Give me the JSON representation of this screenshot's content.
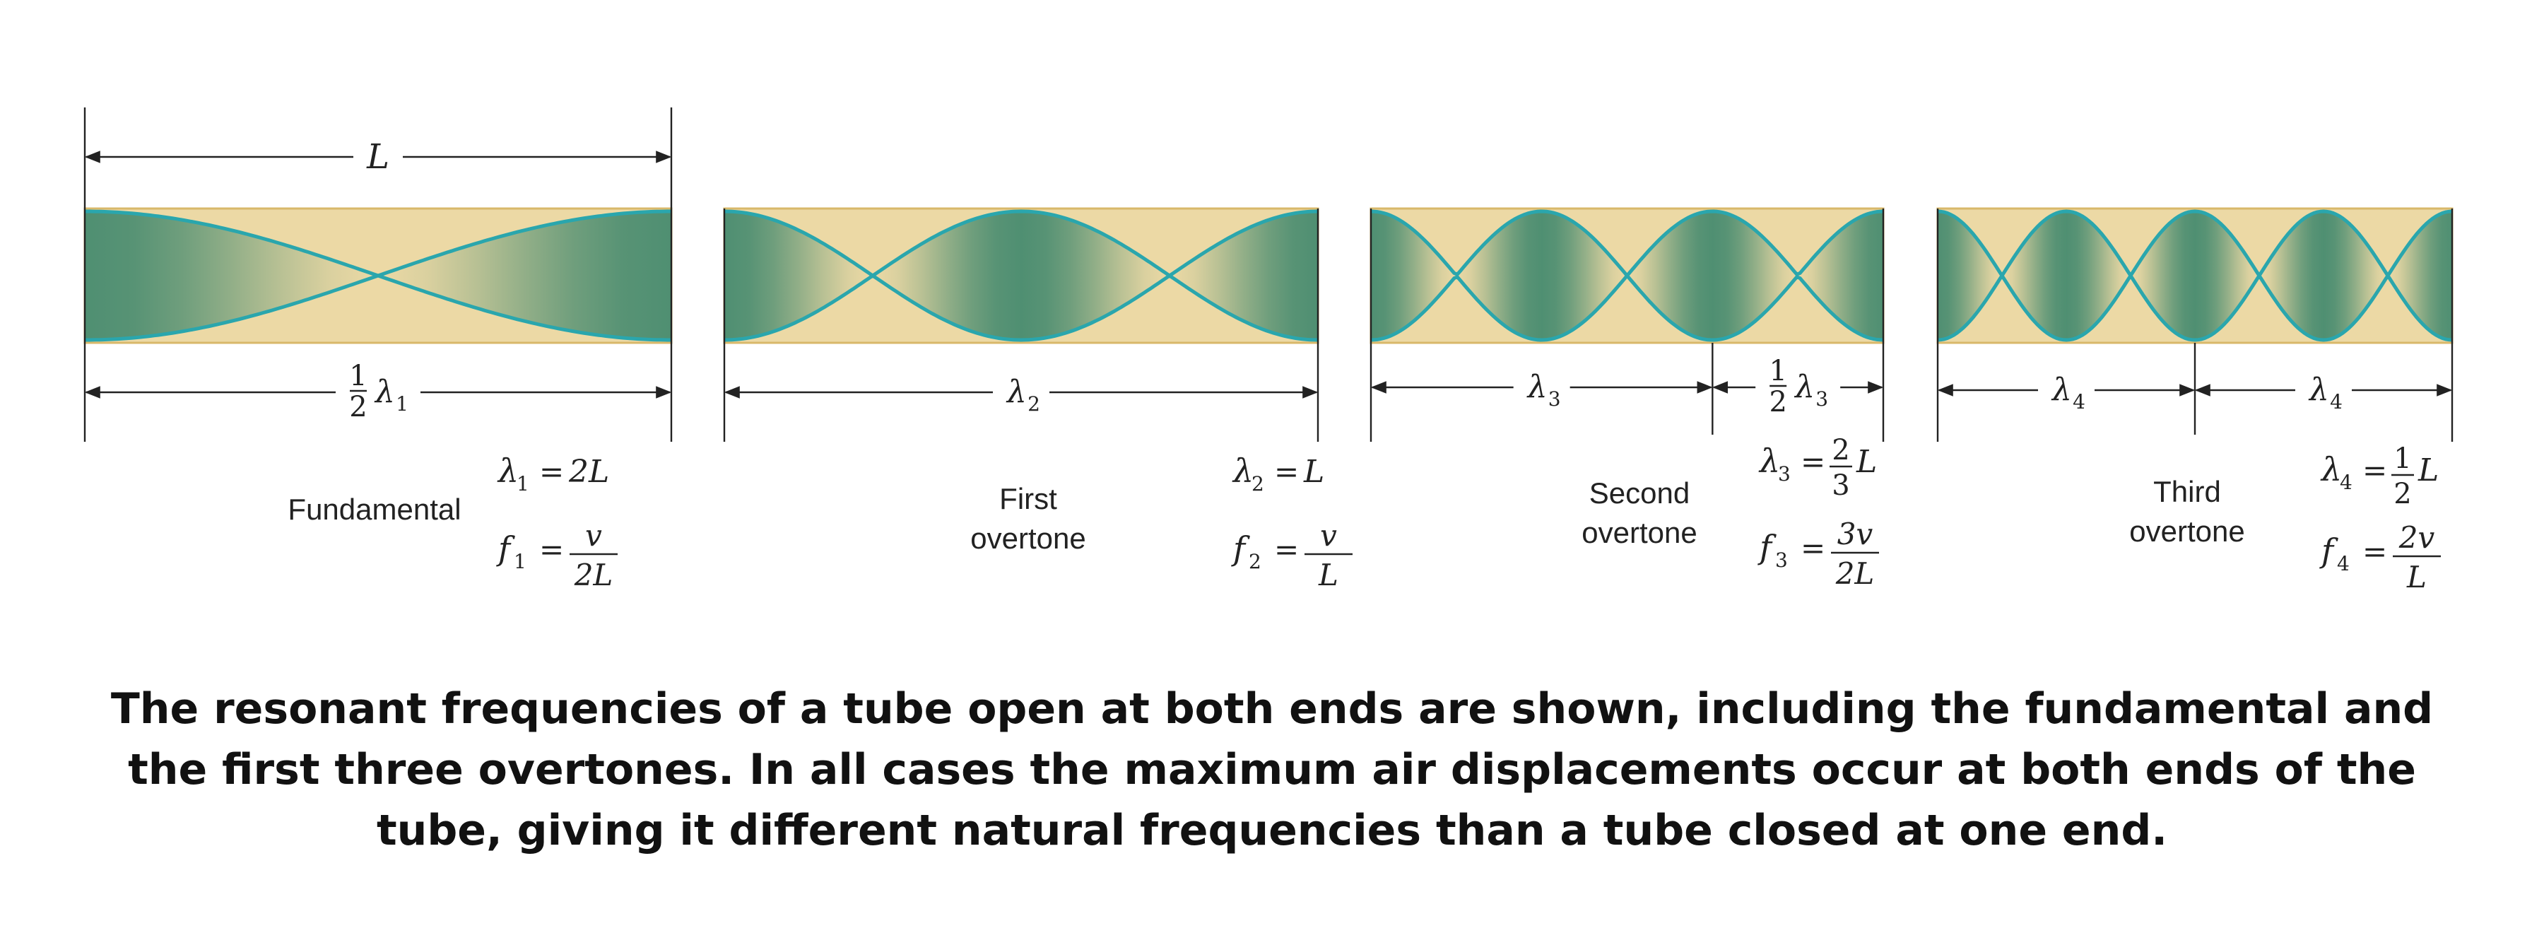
{
  "colors": {
    "tube_fill": "#ecd9a5",
    "tube_border": "#d8b86a",
    "wave_dark": "#4f8f72",
    "wave_line": "#2aa6ad",
    "dimension_line": "#222222"
  },
  "length_symbol": "L",
  "panels": [
    {
      "id": "fundamental",
      "mode_label_lines": [
        "Fundamental"
      ],
      "half_wavelengths": 1,
      "dims": [
        {
          "symbol": "λ",
          "sub": "1",
          "coef_num": "1",
          "coef_den": "2",
          "span": 1
        }
      ],
      "lambda_eq": {
        "sym": "λ",
        "sub": "1",
        "rhs": "2L"
      },
      "freq_eq": {
        "sym": "f",
        "sub": "1",
        "num": "v",
        "den": "2L"
      }
    },
    {
      "id": "first-overtone",
      "mode_label_lines": [
        "First",
        "overtone"
      ],
      "half_wavelengths": 2,
      "dims": [
        {
          "symbol": "λ",
          "sub": "2",
          "coef_num": "",
          "coef_den": "",
          "span": 2
        }
      ],
      "lambda_eq": {
        "sym": "λ",
        "sub": "2",
        "rhs": "L"
      },
      "freq_eq": {
        "sym": "f",
        "sub": "2",
        "num": "v",
        "den": "L"
      }
    },
    {
      "id": "second-overtone",
      "mode_label_lines": [
        "Second",
        "overtone"
      ],
      "half_wavelengths": 3,
      "dims": [
        {
          "symbol": "λ",
          "sub": "3",
          "coef_num": "",
          "coef_den": "",
          "span": 2
        },
        {
          "symbol": "λ",
          "sub": "3",
          "coef_num": "1",
          "coef_den": "2",
          "span": 1
        }
      ],
      "lambda_eq": {
        "sym": "λ",
        "sub": "3",
        "num": "2",
        "den": "3",
        "tail": "L"
      },
      "freq_eq": {
        "sym": "f",
        "sub": "3",
        "num": "3v",
        "den": "2L"
      }
    },
    {
      "id": "third-overtone",
      "mode_label_lines": [
        "Third",
        "overtone"
      ],
      "half_wavelengths": 4,
      "dims": [
        {
          "symbol": "λ",
          "sub": "4",
          "coef_num": "",
          "coef_den": "",
          "span": 2
        },
        {
          "symbol": "λ",
          "sub": "4",
          "coef_num": "",
          "coef_den": "",
          "span": 2
        }
      ],
      "lambda_eq": {
        "sym": "λ",
        "sub": "4",
        "num": "1",
        "den": "2",
        "tail": "L"
      },
      "freq_eq": {
        "sym": "f",
        "sub": "4",
        "num": "2v",
        "den": "L"
      }
    }
  ],
  "caption": "The resonant frequencies of a tube open at both ends are shown, including the fundamental and the first three overtones. In all cases the maximum air displacements occur at both ends of the tube, giving it different natural frequencies than a tube closed at one end."
}
